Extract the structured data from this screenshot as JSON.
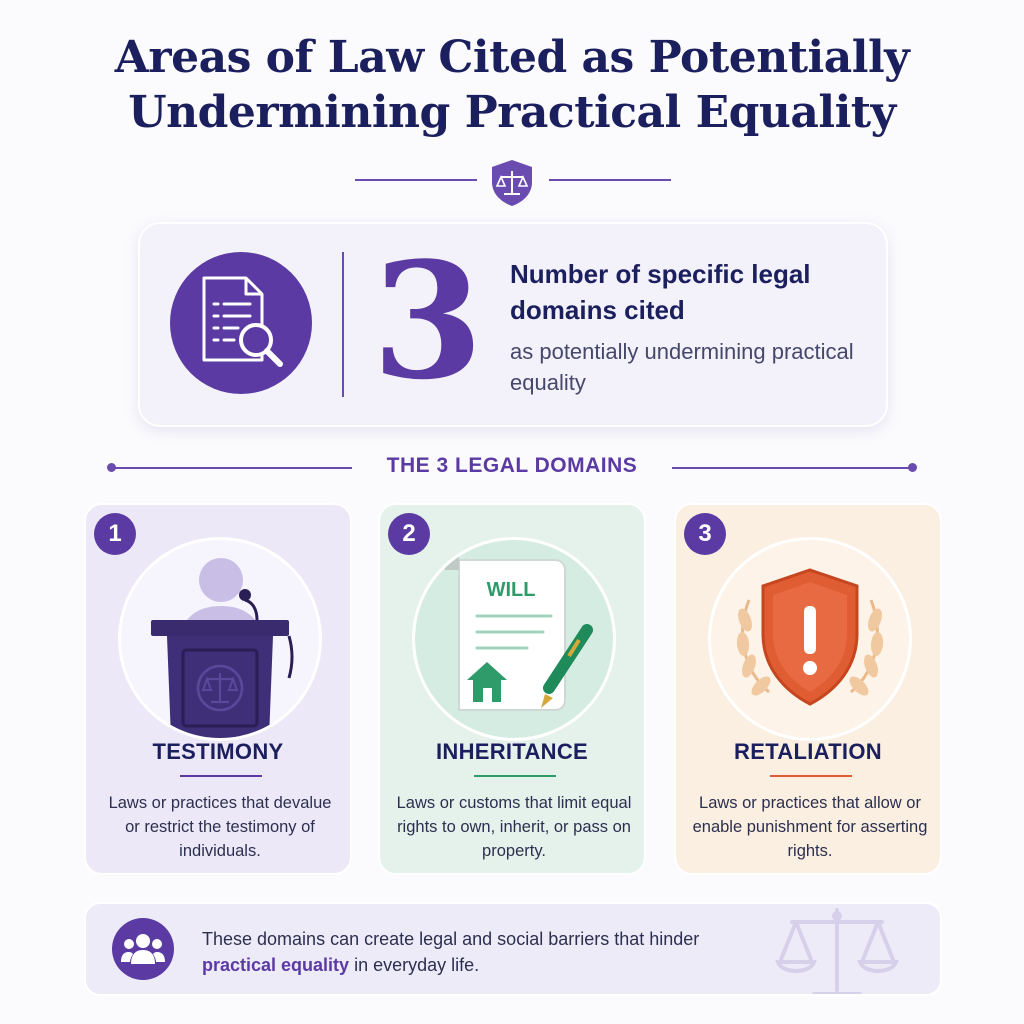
{
  "title": {
    "line1": "Areas of Law Cited as Potentially",
    "line2": "Undermining Practical Equality"
  },
  "stat": {
    "number": "3",
    "heading": "Number of specific legal domains cited",
    "subtext": "as potentially undermining practical equality",
    "icon": "document-search-icon"
  },
  "section": {
    "label": "THE 3 LEGAL DOMAINS"
  },
  "domains": [
    {
      "number": "1",
      "title": "TESTIMONY",
      "description": "Laws or practices that devalue or restrict the testimony of individuals.",
      "icon": "podium-speaker-icon",
      "accent": "#5b3aa3"
    },
    {
      "number": "2",
      "title": "INHERITANCE",
      "description": "Laws or customs that limit equal rights to own, inherit, or pass on property.",
      "icon": "will-document-icon",
      "accent": "#2f9a6a",
      "icon_text": "WILL"
    },
    {
      "number": "3",
      "title": "RETALIATION",
      "description": "Laws or practices that allow or enable punishment for asserting rights.",
      "icon": "warning-shield-icon",
      "accent": "#e05c33"
    }
  ],
  "footer": {
    "text_before": "These domains can create legal and social barriers that hinder ",
    "highlight": "practical equality",
    "text_after": " in everyday life.",
    "icon": "group-people-icon"
  },
  "colors": {
    "primary": "#5b3aa3",
    "navy": "#1b1f5e",
    "green": "#2f9a6a",
    "orange": "#e05c33"
  }
}
